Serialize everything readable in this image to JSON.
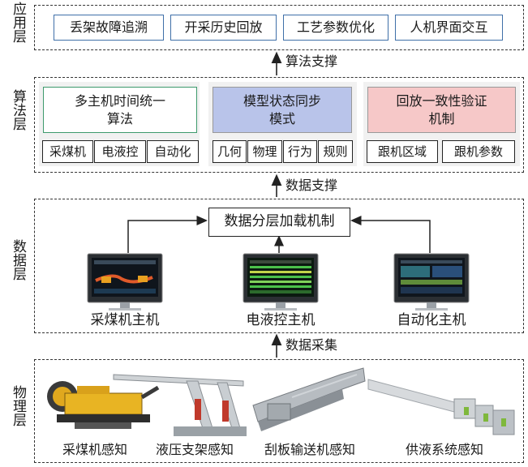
{
  "layers": {
    "application": "应用层",
    "algorithm": "算法层",
    "data": "数据层",
    "physical": "物理层"
  },
  "application_boxes": [
    "丢架故障追溯",
    "开采历史回放",
    "工艺参数优化",
    "人机界面交互"
  ],
  "arrows": {
    "algorithm_support": "算法支撑",
    "data_support": "数据支撑",
    "data_collection": "数据采集"
  },
  "algorithm_modules": [
    {
      "title_lines": [
        "多主机时间统一",
        "算法"
      ],
      "items": [
        "采煤机",
        "电液控",
        "自动化"
      ],
      "accent": "#3d9a6c"
    },
    {
      "title_lines": [
        "模型状态同步",
        "模式"
      ],
      "items": [
        "几何",
        "物理",
        "行为",
        "规则"
      ],
      "accent": "#b9c4ea"
    },
    {
      "title_lines": [
        "回放一致性验证",
        "机制"
      ],
      "items": [
        "跟机区域",
        "跟机参数"
      ],
      "accent": "#f6c8c8"
    }
  ],
  "data_layer": {
    "loading_mechanism": "数据分层加载机制",
    "hosts": [
      "采煤机主机",
      "电液控主机",
      "自动化主机"
    ]
  },
  "physical_layer": {
    "sensors": [
      "采煤机感知",
      "液压支架感知",
      "刮板输送机感知",
      "供液系统感知"
    ]
  }
}
